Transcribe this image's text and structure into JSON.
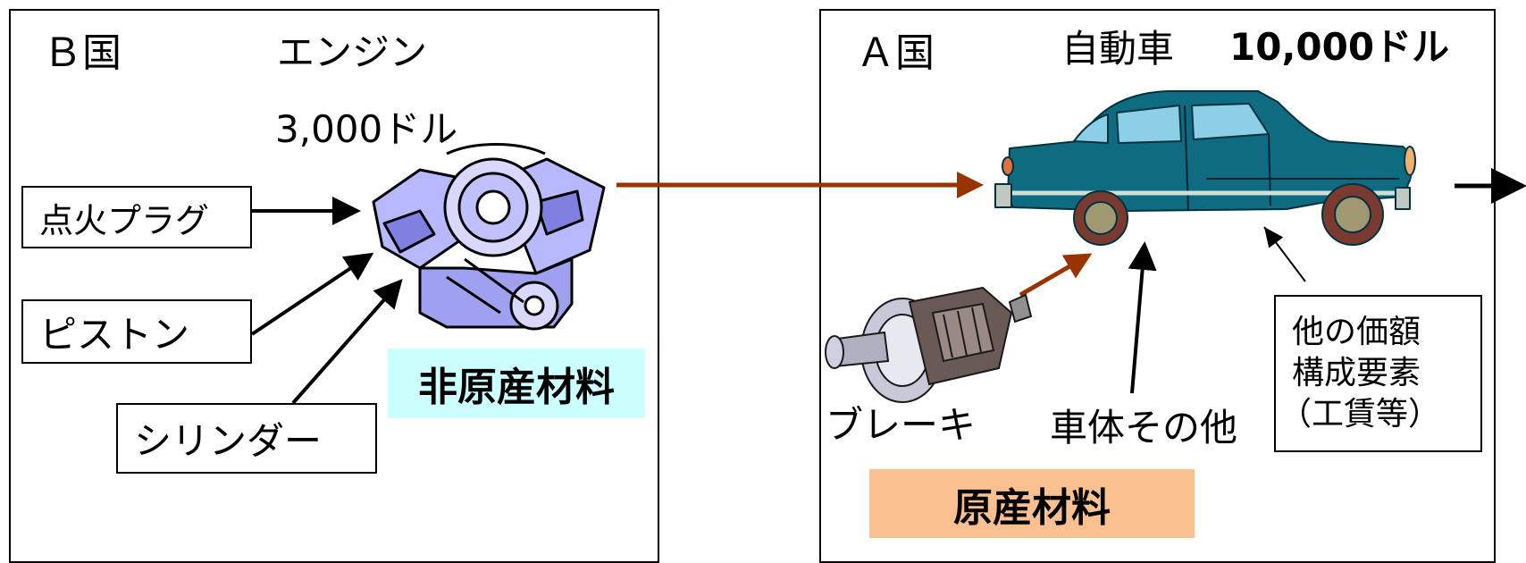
{
  "country_b": {
    "title": "Ｂ国",
    "product": "エンジン",
    "price": "3,000ドル",
    "parts": [
      "点火プラグ",
      "ピストン",
      "シリンダー"
    ],
    "material_label": "非原産材料",
    "material_color": "#ccffff"
  },
  "country_a": {
    "title": "Ａ国",
    "product": "自動車",
    "price": "10,000ドル",
    "brake_label": "ブレーキ",
    "body_label": "車体その他",
    "other_value_lines": [
      "他の価額",
      "構成要素",
      "（工賃等）"
    ],
    "material_label": "原産材料",
    "material_color": "#fac090"
  },
  "colors": {
    "engine_arrow": "#993300",
    "car_body": "#0f6b80",
    "engine_body": "#b8b8ff"
  },
  "icons": [
    "engine-icon",
    "car-icon",
    "brake-icon"
  ]
}
